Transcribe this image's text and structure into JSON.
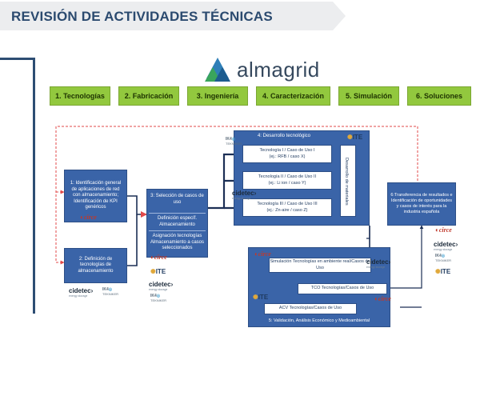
{
  "slide": {
    "title": "REVISIÓN DE ACTIVIDADES TÉCNICAS"
  },
  "logo": {
    "name": "almagrid"
  },
  "phases": [
    {
      "label": "1. Tecnologías"
    },
    {
      "label": "2. Fabricación"
    },
    {
      "label": "3. Ingeniería"
    },
    {
      "label": "4. Caracterización"
    },
    {
      "label": "5. Simulación"
    },
    {
      "label": "6. Soluciones"
    }
  ],
  "diagram": {
    "box1": "1: Identificación general de aplicaciones de red con almacenamiento; Identificación de KPI genéricos",
    "box2": "2: Definición de tecnologías de almacenamiento",
    "box3": {
      "title": "3: Selección de casos de uso",
      "item1": "Definición específ. Almacenamiento",
      "item2": "Asignación tecnologías Almacenamiento a casos seleccionados"
    },
    "box4": {
      "title": "4: Desarrollo tecnológico",
      "tech1": "Tecnología I / Caso de Uso I",
      "tech1_ex": "(ej.: RFB / caso X)",
      "tech2": "Tecnología II / Caso de Uso II",
      "tech2_ex": "(ej.: Li ion / caso Y)",
      "tech3": "Tecnología III / Caso de Uso III",
      "tech3_ex": "(ej.: Zn-aire / caso Z)",
      "side": "Desarrollo de materiales"
    },
    "box5": {
      "sim": "Simulación Tecnologías en ambiente real/Casos de Uso",
      "tco": "TCO Tecnologías/Casos de Uso",
      "acv": "ACV Tecnologías/Casos de Uso",
      "footer": "5: Validación, Análisis Económico y Medioambiental"
    },
    "box6": "6:Transferencia de resultados e Identificación de oportunidades y casos de interés para la industria española"
  },
  "partners": {
    "circe": "circe",
    "ite": "ITE",
    "cidetec": "cidetec",
    "cidetec_sub": "energy storage",
    "ik4": "IK4",
    "tekniker": "TEKNIKER"
  },
  "colors": {
    "phase_green": "#92c83e",
    "box_blue": "#3a64a8",
    "arrow_navy": "#1c2f55",
    "loop_red": "#e24a4a"
  }
}
